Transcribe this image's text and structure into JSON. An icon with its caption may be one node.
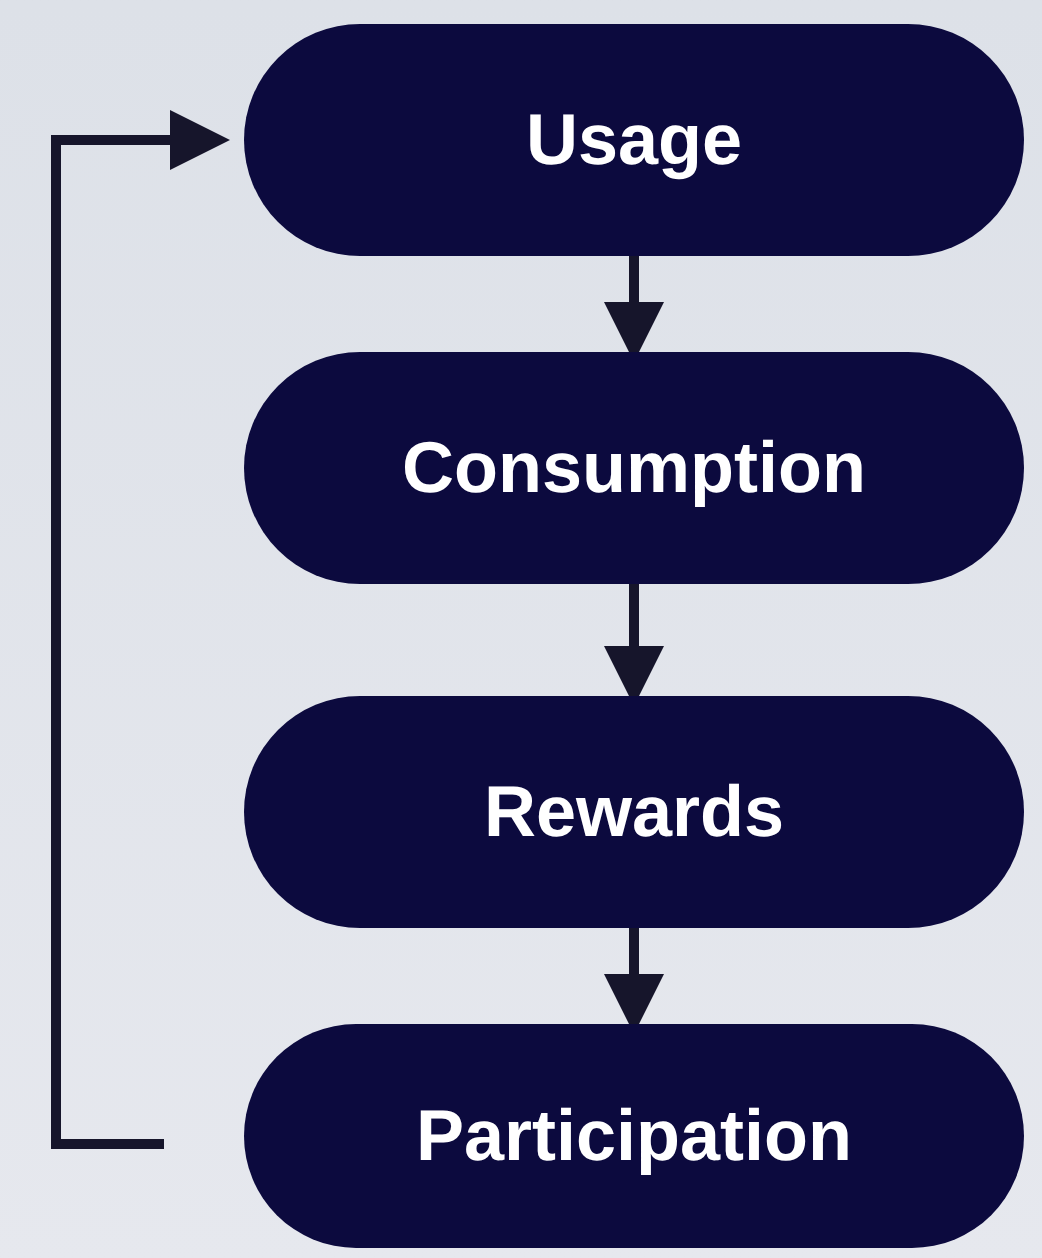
{
  "diagram": {
    "nodes": [
      {
        "text": [
          "Usage"
        ]
      },
      {
        "text": [
          "Consumption"
        ]
      },
      {
        "text": [
          "Rewards"
        ]
      },
      {
        "text": [
          "Participation"
        ]
      }
    ],
    "edges": [
      {
        "from": 0,
        "to": 1,
        "arrow": "to"
      },
      {
        "from": 1,
        "to": 2,
        "arrow": "to"
      },
      {
        "from": 2,
        "to": 3,
        "arrow": "to"
      },
      {
        "from": 3,
        "to": 0,
        "arrow": "to"
      }
    ]
  }
}
